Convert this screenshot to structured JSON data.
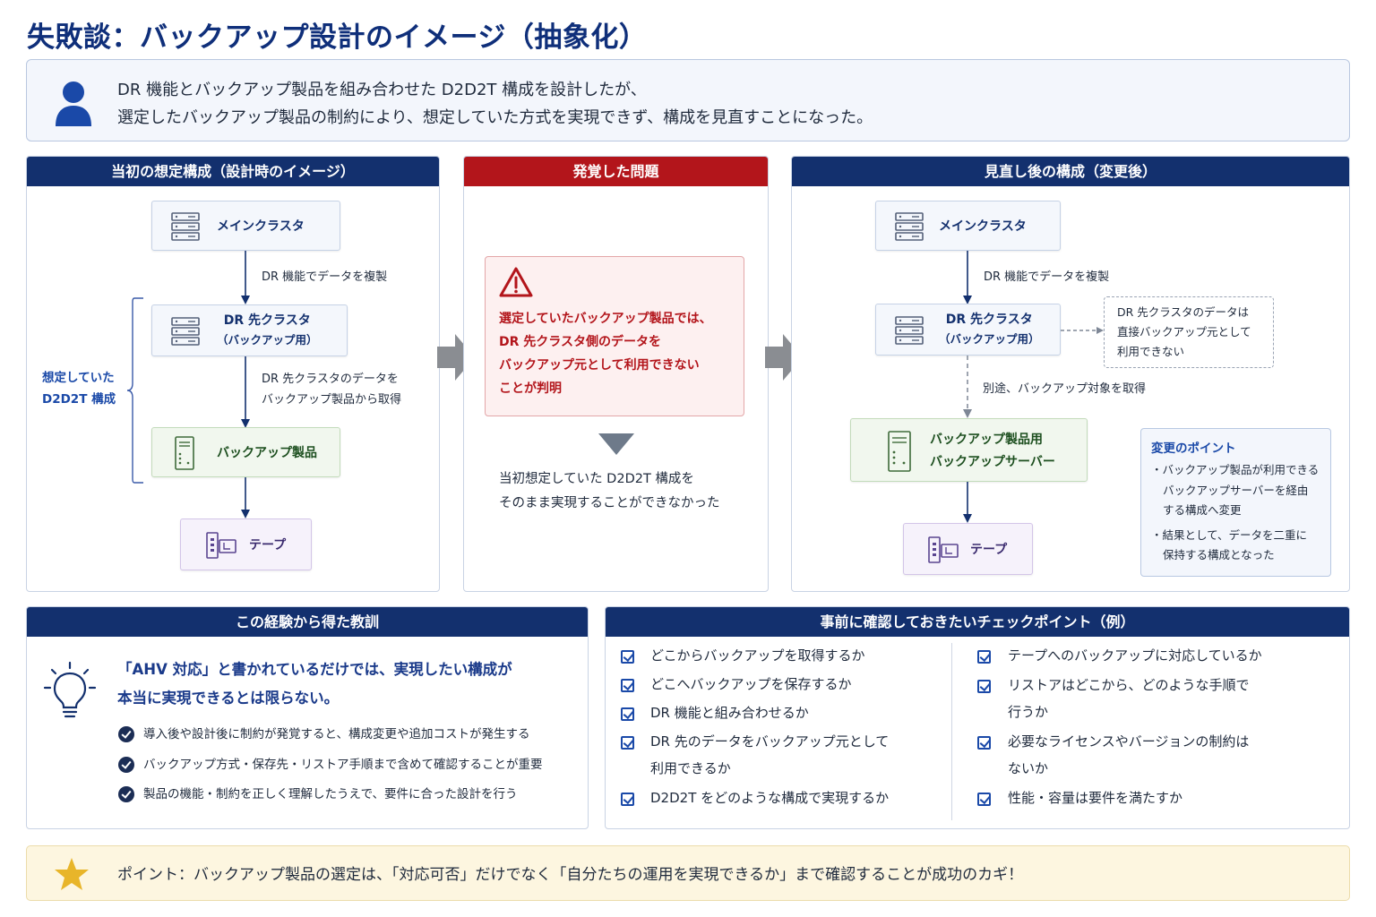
{
  "title": "失敗談：バックアップ設計のイメージ（抽象化）",
  "intro": {
    "line1": "DR 機能とバックアップ製品を組み合わせた D2D2T 構成を設計したが、",
    "line2": "選定したバックアップ製品の制約により、想定していた方式を実現できず、構成を見直すことになった。"
  },
  "left_panel": {
    "header": "当初の想定構成（設計時のイメージ）",
    "main_cluster": "メインクラスタ",
    "arrow1_label": "DR 機能でデータを複製",
    "dr_cluster_line1": "DR 先クラスタ",
    "dr_cluster_line2": "（バックアップ用）",
    "arrow2_label_line1": "DR 先クラスタのデータを",
    "arrow2_label_line2": "バックアップ製品から取得",
    "backup_product": "バックアップ製品",
    "tape": "テープ",
    "bracket_label_line1": "想定していた",
    "bracket_label_line2": "D2D2T 構成"
  },
  "middle_panel": {
    "header": "発覚した問題",
    "warn_line1": "選定していたバックアップ製品では、",
    "warn_line2": "DR 先クラスタ側のデータを",
    "warn_line3": "バックアップ元として利用できない",
    "warn_line4": "ことが判明",
    "result_line1": "当初想定していた D2D2T 構成を",
    "result_line2": "そのまま実現することができなかった"
  },
  "right_panel": {
    "header": "見直し後の構成（変更後）",
    "main_cluster": "メインクラスタ",
    "arrow1_label": "DR 機能でデータを複製",
    "dr_cluster_line1": "DR 先クラスタ",
    "dr_cluster_line2": "（バックアップ用）",
    "note_line1": "DR 先クラスタのデータは",
    "note_line2": "直接バックアップ元として",
    "note_line3": "利用できない",
    "arrow2_label": "別途、バックアップ対象を取得",
    "backup_server_line1": "バックアップ製品用",
    "backup_server_line2": "バックアップサーバー",
    "tape": "テープ",
    "points_title": "変更のポイント",
    "point1_line1": "・バックアップ製品が利用できる",
    "point1_line2": "バックアップサーバーを経由",
    "point1_line3": "する構成へ変更",
    "point2_line1": "・結果として、データを二重に",
    "point2_line2": "保持する構成となった"
  },
  "lessons": {
    "header": "この経験から得た教訓",
    "headline_line1": "「AHV 対応」と書かれているだけでは、実現したい構成が",
    "headline_line2": "本当に実現できるとは限らない。",
    "items": [
      "導入後や設計後に制約が発覚すると、構成変更や追加コストが発生する",
      "バックアップ方式・保存先・リストア手順まで含めて確認することが重要",
      "製品の機能・制約を正しく理解したうえで、要件に合った設計を行う"
    ]
  },
  "checkpoints": {
    "header": "事前に確認しておきたいチェックポイント（例）",
    "left": [
      {
        "line1": "どこからバックアップを取得するか",
        "line2": ""
      },
      {
        "line1": "どこへバックアップを保存するか",
        "line2": ""
      },
      {
        "line1": "DR 機能と組み合わせるか",
        "line2": ""
      },
      {
        "line1": "DR 先のデータをバックアップ元として",
        "line2": "利用できるか"
      },
      {
        "line1": "D2D2T をどのような構成で実現するか",
        "line2": ""
      }
    ],
    "right": [
      {
        "line1": "テープへのバックアップに対応しているか",
        "line2": ""
      },
      {
        "line1": "リストアはどこから、どのような手順で",
        "line2": "行うか"
      },
      {
        "line1": "必要なライセンスやバージョンの制約は",
        "line2": "ないか"
      },
      {
        "line1": "性能・容量は要件を満たすか",
        "line2": ""
      }
    ]
  },
  "footer": "ポイント：バックアップ製品の選定は、「対応可否」だけでなく「自分たちの運用を実現できるか」まで確認することが成功のカギ！",
  "colors": {
    "navy": "#13306e",
    "red": "#b3151b",
    "check": "#1a49a8",
    "star": "#e8b52a"
  }
}
